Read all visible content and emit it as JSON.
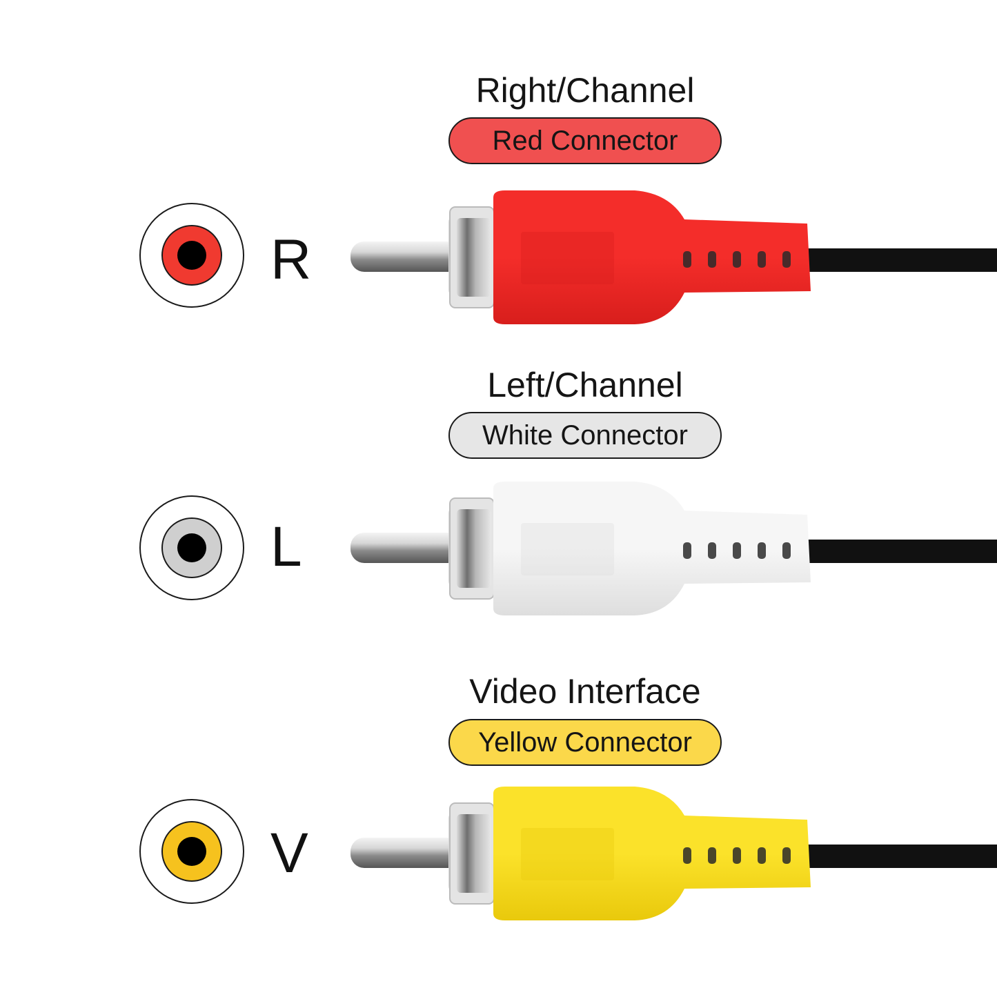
{
  "channels": [
    {
      "heading": "Right/Channel",
      "badge": "Red Connector",
      "letter": "R",
      "jack_icon": "rca-jack-icon",
      "plug_icon": "rca-plug-icon",
      "colors": {
        "badge": "#f05050",
        "ring": "#f03a30",
        "body": "#f42d2a",
        "body_dark": "#d81e1c"
      }
    },
    {
      "heading": "Left/Channel",
      "badge": "White Connector",
      "letter": "L",
      "jack_icon": "rca-jack-icon",
      "plug_icon": "rca-plug-icon",
      "colors": {
        "badge": "#e6e6e6",
        "ring": "#cfcfcf",
        "body": "#f6f6f6",
        "body_dark": "#dedede"
      }
    },
    {
      "heading": "Video Interface",
      "badge": "Yellow Connector",
      "letter": "V",
      "jack_icon": "rca-jack-icon",
      "plug_icon": "rca-plug-icon",
      "colors": {
        "badge": "#fbd84a",
        "ring": "#f6c21e",
        "body": "#fbe22a",
        "body_dark": "#e9c90c"
      }
    }
  ],
  "cable_color": "#111111",
  "metal_color": "#c9c9c9"
}
